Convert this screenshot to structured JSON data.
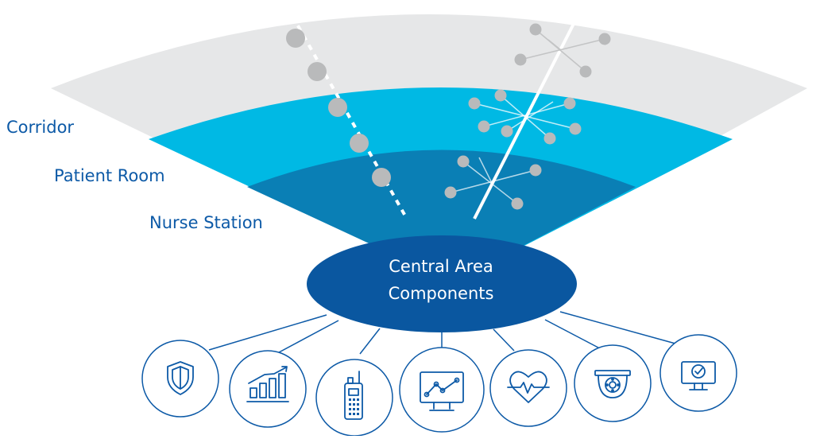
{
  "zones": [
    {
      "id": "corridor",
      "label": "Corridor"
    },
    {
      "id": "patient_room",
      "label": "Patient Room"
    },
    {
      "id": "nurse_station",
      "label": "Nurse Station"
    }
  ],
  "center": {
    "line1": "Central Area",
    "line2": "Components"
  },
  "components": [
    {
      "icon": "shield-icon"
    },
    {
      "icon": "growth-chart-icon"
    },
    {
      "icon": "radio-device-icon"
    },
    {
      "icon": "monitor-analytics-icon"
    },
    {
      "icon": "heartbeat-icon"
    },
    {
      "icon": "dome-camera-icon"
    },
    {
      "icon": "monitor-check-icon"
    }
  ],
  "colors": {
    "corridor": "#e6e7e8",
    "patient_room": "#00b9e4",
    "nurse_station": "#0a7fb5",
    "center": "#0a57a0",
    "label_text": "#0d5aa7",
    "icon_stroke": "#0d5aa7",
    "node": "#b9babb"
  }
}
